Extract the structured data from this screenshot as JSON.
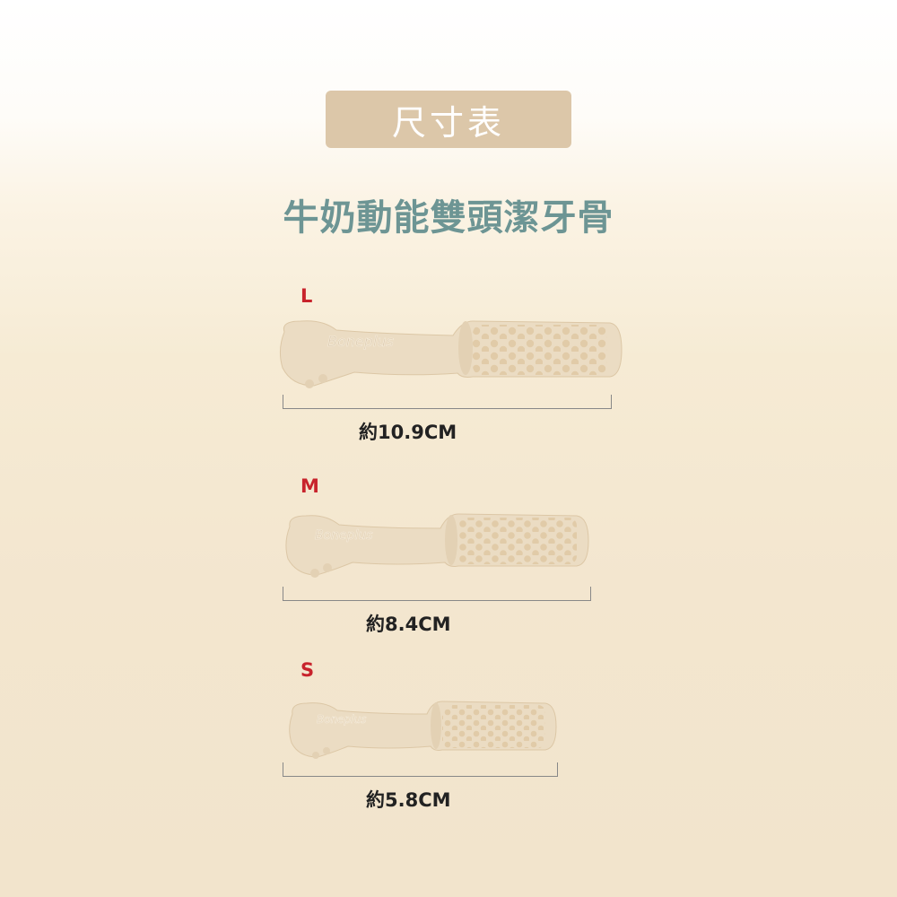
{
  "header": {
    "badge_label": "尺寸表",
    "product_title": "牛奶動能雙頭潔牙骨"
  },
  "brand_mark": "Boneplus",
  "sizes": [
    {
      "label": "L",
      "length": "約10.9CM"
    },
    {
      "label": "M",
      "length": "約8.4CM"
    },
    {
      "label": "S",
      "length": "約5.8CM"
    }
  ],
  "colors": {
    "badge_bg": "#dcc7a9",
    "title": "#6d9594",
    "size_label": "#c8232c",
    "bone": "#ebdcc3",
    "bone_shade": "#d8c2a0"
  }
}
